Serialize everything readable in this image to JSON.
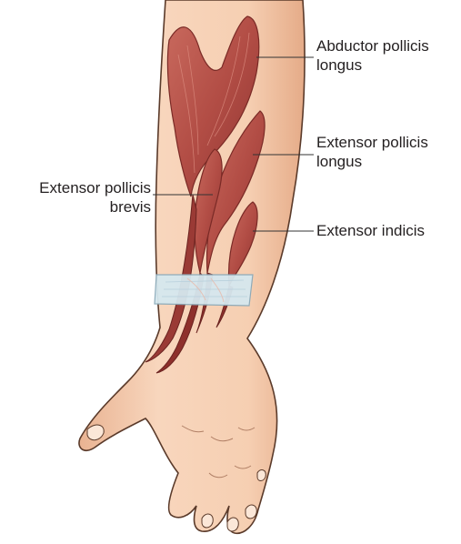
{
  "labels": {
    "abductor_pollicis_longus": [
      "Abductor pollicis",
      "longus"
    ],
    "extensor_pollicis_longus": [
      "Extensor pollicis",
      "longus"
    ],
    "extensor_pollicis_brevis": [
      "Extensor pollicis",
      "brevis"
    ],
    "extensor_indicis": [
      "Extensor indicis"
    ]
  },
  "colors": {
    "skin": "#f6cfb0",
    "skin_outline": "#5a3a2a",
    "muscle": "#b5504a",
    "muscle_dark": "#8e2f2b",
    "tendon": "#7a2a26",
    "retinaculum": "#d6e8ef",
    "leader_line": "#333333"
  }
}
